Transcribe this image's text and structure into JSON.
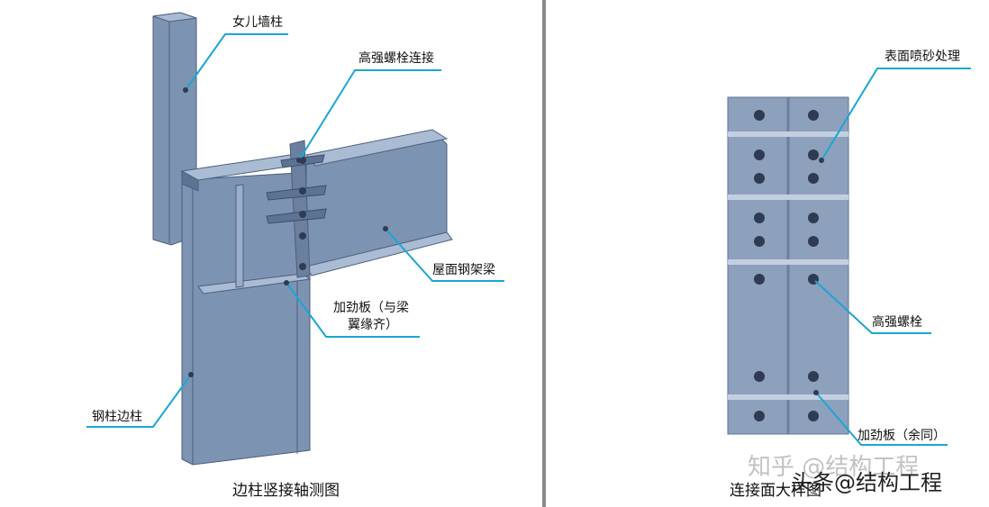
{
  "left_diagram": {
    "labels": {
      "parapet_column": "女儿墙柱",
      "hs_bolt_connection": "高强螺栓连接",
      "roof_steel_beam": "屋面钢架梁",
      "stiffener_line1": "加劲板（与梁",
      "stiffener_line2": "翼缘齐）",
      "edge_column": "钢柱边柱"
    },
    "caption": "边柱竖接轴测图"
  },
  "right_diagram": {
    "labels": {
      "sandblast": "表面喷砂处理",
      "hs_bolt": "高强螺栓",
      "stiffener_same": "加劲板（余同）"
    },
    "caption": "连接面大样图"
  },
  "watermarks": {
    "zhihu": "知乎 @结构工程",
    "toutiao": "头条@结构工程"
  },
  "colors": {
    "steel": "#7d93b2",
    "steel_dark": "#5d7394",
    "steel_light": "#aabcd4",
    "leader": "#1aa6d6"
  }
}
